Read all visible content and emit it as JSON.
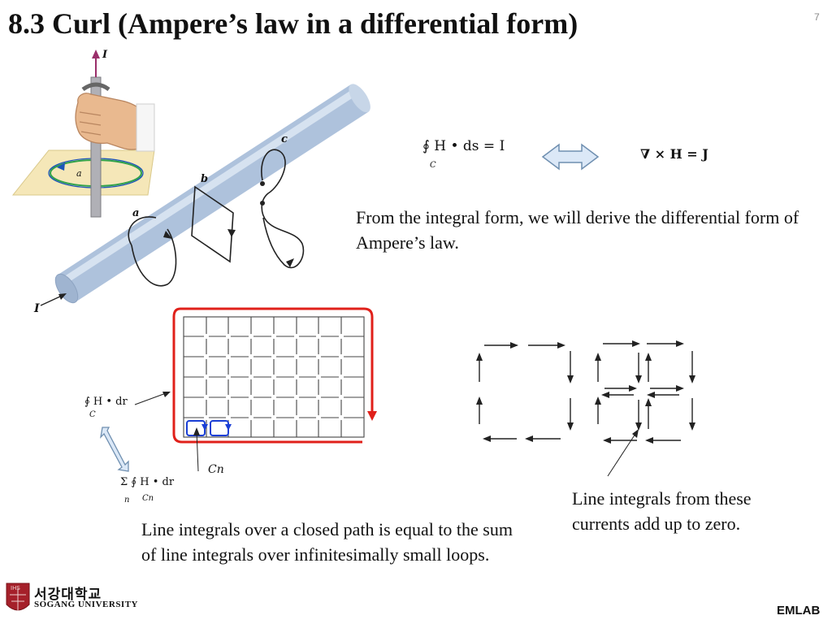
{
  "slide": {
    "title": "8.3  Curl (Ampere’s law in a differential form)",
    "page_number": "7",
    "footer_lab": "EMLAB",
    "university": {
      "korean": "서강대학교",
      "english": "SOGANG UNIVERSITY",
      "seal_text": "IHS"
    }
  },
  "equations": {
    "integral_form": "∮ H • ds = I",
    "integral_sub": "C",
    "differential_form": "∇ × H = J",
    "loop_integral": "∮ H • dr",
    "loop_integral_sub": "C",
    "sum_integral": "Σ ∮ H • dr",
    "sum_sub_n": "n",
    "sum_sub_cn": "Cn",
    "grid_label": "Cn"
  },
  "figure_labels": {
    "current_top": "I",
    "current_bottom": "I",
    "loop_a_small": "a",
    "loop_a": "a",
    "loop_b": "b",
    "loop_c": "c"
  },
  "texts": {
    "integral_to_differential": "From the integral form, we will derive the differential form of Ampere’s law.",
    "closed_path_sum": "Line integrals over a closed path is equal to the sum of line integrals over infinitesimally small loops.",
    "add_up_zero": "Line integrals from these currents add up to zero."
  },
  "colors": {
    "loop_red": "#e0201a",
    "small_loop_blue": "#1a3fd6",
    "cylinder": "#aec2dc",
    "arrow_fill": "#dbe8f7",
    "arrow_stroke": "#6f8fb0",
    "loop_green": "#2ea04a",
    "sheet": "#f5e7b8"
  }
}
